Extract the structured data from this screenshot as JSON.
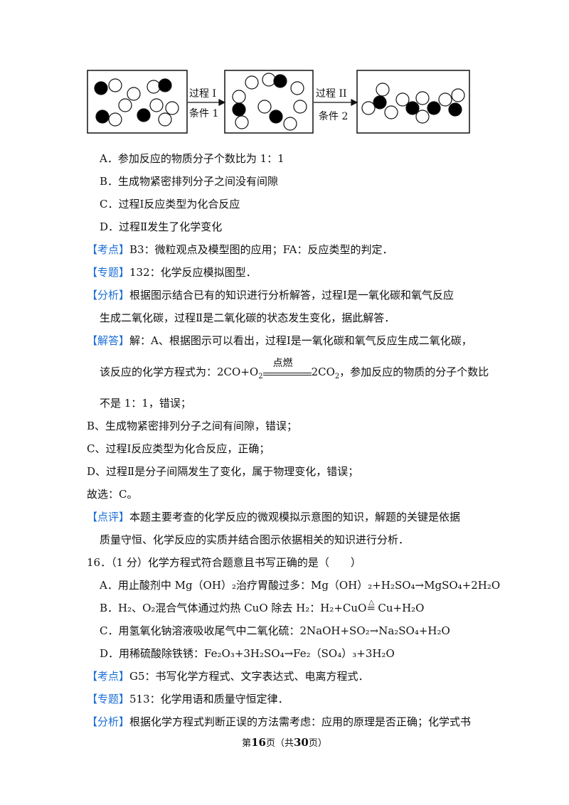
{
  "diagram": {
    "label1_top": "过程 I",
    "label1_bottom": "条件 1",
    "label2_top": "过程 II",
    "label2_bottom": "条件 2"
  },
  "q15": {
    "optA": "A．参加反应的物质分子个数比为 1：1",
    "optB": "B．生成物紧密排列分子之间没有间隙",
    "optC": "C．过程Ⅰ反应类型为化合反应",
    "optD": "D．过程Ⅱ发生了化学变化",
    "kaodian_tag": "【考点】",
    "kaodian": "B3：微粒观点及模型图的应用；FA：反应类型的判定．",
    "zhuanti_tag": "【专题】",
    "zhuanti": "132：化学反应模拟图型．",
    "fenxi_tag": "【分析】",
    "fenxi1": "根据图示结合已有的知识进行分析解答，过程Ⅰ是一氧化碳和氧气反应",
    "fenxi2": "生成二氧化碳，过程Ⅱ是二氧化碳的状态发生变化，据此解答．",
    "jieda_tag": "【解答】",
    "jieda1": "解：A、根据图示可以看出，过程Ⅰ是一氧化碳和氧气反应生成二氧化碳，",
    "jieda2_pre": "该反应的化学方程式为：2CO+O",
    "jieda2_cond": "点燃",
    "jieda2_post": "2CO",
    "jieda2_tail": "，参加反应的物质的分子个数比",
    "jieda3": "不是 1：1，错误；",
    "lineB": "B、生成物紧密排列分子之间有间隙，错误；",
    "lineC": "C、过程Ⅰ反应类型为化合反应，正确；",
    "lineD": "D、过程Ⅱ是分子间隔发生了变化，属于物理变化，错误；",
    "choice": "故选：C。",
    "dianping_tag": "【点评】",
    "dianping1": "本题主要考查的化学反应的微观模拟示意图的知识，解题的关键是依据",
    "dianping2": "质量守恒、化学反应的实质并结合图示依据相关的知识进行分析．"
  },
  "q16": {
    "stem": "16．（1 分）化学方程式符合题意且书写正确的是（　　）",
    "optA": "A．用止酸剂中 Mg（OH）₂治疗胃酸过多：Mg（OH）₂+H₂SO₄→MgSO₄+2H₂O",
    "optB_pre": "B．H₂、O₂混合气体通过灼热 CuO 除去 H₂：H₂+CuO",
    "optB_delta": "△",
    "optB_post": "Cu+H₂O",
    "optC": "C．用氢氧化钠溶液吸收尾气中二氧化硫：2NaOH+SO₂→Na₂SO₄+H₂O",
    "optD": "D．用稀硫酸除铁锈：Fe₂O₃+3H₂SO₄→Fe₂（SO₄）₃+3H₂O",
    "kaodian_tag": "【考点】",
    "kaodian": "G5：书写化学方程式、文字表达式、电离方程式．",
    "zhuanti_tag": "【专题】",
    "zhuanti": "513：化学用语和质量守恒定律．",
    "fenxi_tag": "【分析】",
    "fenxi1": "根据化学方程式判断正误的方法需考虑：应用的原理是否正确；化学式书"
  },
  "footer": {
    "pre": "第",
    "page": "16",
    "mid": "页（共",
    "total": "30",
    "post": "页）"
  }
}
